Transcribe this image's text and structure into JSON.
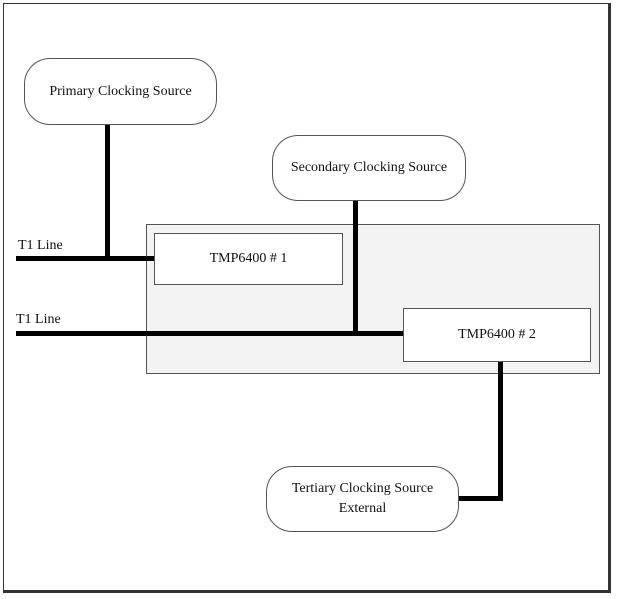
{
  "nodes": {
    "primary": {
      "label": "Primary Clocking Source"
    },
    "secondary": {
      "label": "Secondary Clocking Source"
    },
    "tertiary": {
      "line1": "Tertiary Clocking Source",
      "line2": "External"
    },
    "tmp1": {
      "label": "TMP6400 # 1"
    },
    "tmp2": {
      "label": "TMP6400 # 2"
    }
  },
  "lines": {
    "t1_top": {
      "label": "T1 Line"
    },
    "t1_bottom": {
      "label": "T1 Line"
    }
  }
}
